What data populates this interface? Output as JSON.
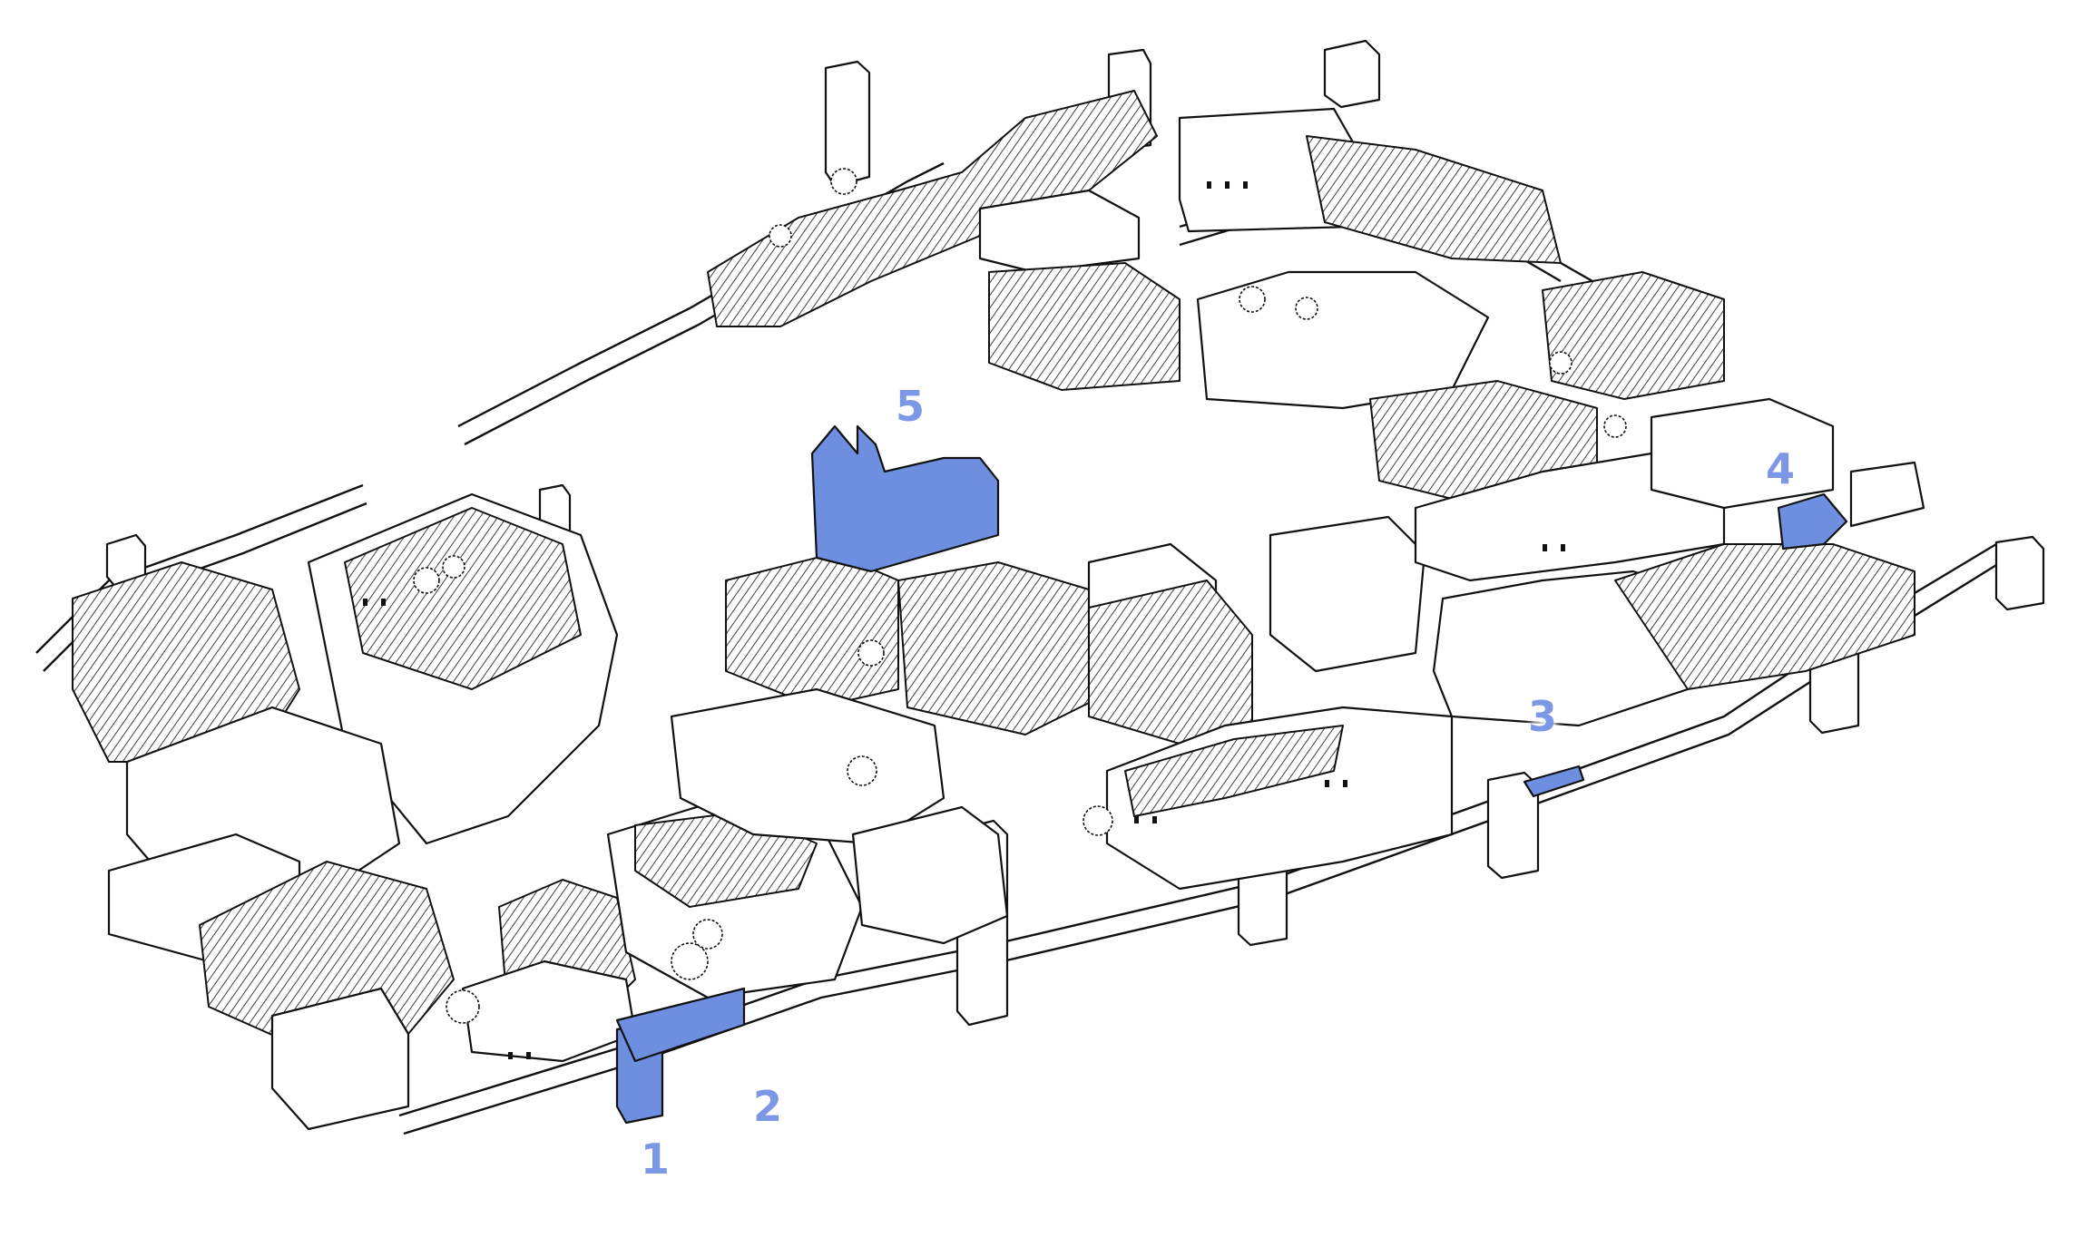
{
  "map": {
    "highlight_color": "#6e8fe0",
    "marker_color": "#7b97e6",
    "markers": [
      {
        "id": "1",
        "label": "1"
      },
      {
        "id": "2",
        "label": "2"
      },
      {
        "id": "3",
        "label": "3"
      },
      {
        "id": "4",
        "label": "4"
      },
      {
        "id": "5",
        "label": "5"
      }
    ]
  }
}
